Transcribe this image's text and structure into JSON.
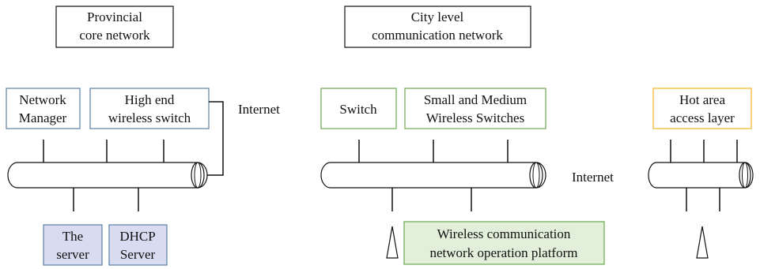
{
  "titles": {
    "provincial": [
      "Provincial",
      "core network"
    ],
    "city": [
      "City level",
      "communication network"
    ]
  },
  "boxes": {
    "network_manager": [
      "Network",
      "Manager"
    ],
    "high_end_switch": [
      "High end",
      "wireless switch"
    ],
    "switch": [
      "Switch"
    ],
    "small_medium_switches": [
      "Small and Medium",
      "Wireless Switches"
    ],
    "hot_area": [
      "Hot area",
      "access layer"
    ],
    "the_server": [
      "The",
      "server"
    ],
    "dhcp_server": [
      "DHCP",
      "Server"
    ],
    "operation_platform": [
      "Wireless communication",
      "network operation platform"
    ]
  },
  "labels": {
    "internet_left": "Internet",
    "internet_right": "Internet"
  },
  "colors": {
    "blue_border": "#5b7fa3",
    "green_border": "#6aa84f",
    "orange_border": "#f1b322",
    "server_fill": "#d9dcf1",
    "platform_fill": "#e2efda",
    "line": "#111111"
  }
}
